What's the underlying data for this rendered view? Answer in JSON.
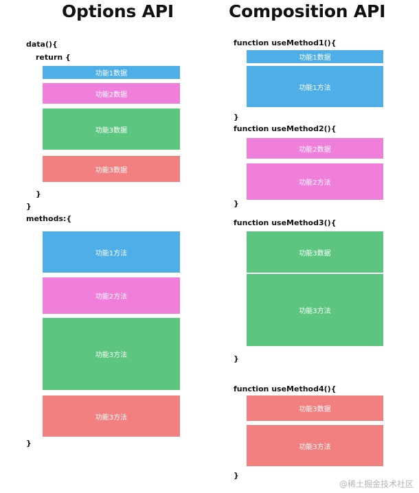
{
  "colors": {
    "blue": "#4eaee8",
    "pink": "#f07fdc",
    "green": "#5cc680",
    "red": "#f28080"
  },
  "left": {
    "title": "Options API",
    "data_open": "data(){",
    "return_open": "return {",
    "inner_close": "}",
    "data_close": "}",
    "methods_open": "methods:{",
    "methods_close": "}",
    "data_blocks": [
      "功能1数据",
      "功能2数据",
      "功能3数据",
      "功能3数据"
    ],
    "method_blocks": [
      "功能1方法",
      "功能2方法",
      "功能3方法",
      "功能3方法"
    ]
  },
  "right": {
    "title": "Composition API",
    "groups": [
      {
        "header": "function useMethod1(){",
        "close": "}",
        "blocks": [
          "功能1数据",
          "功能1方法"
        ]
      },
      {
        "header": "function useMethod2(){",
        "close": "}",
        "blocks": [
          "功能2数据",
          "功能2方法"
        ]
      },
      {
        "header": "function useMethod3(){",
        "close": "}",
        "blocks": [
          "功能3数据",
          "功能3方法"
        ]
      },
      {
        "header": "function useMethod4(){",
        "close": "}",
        "blocks": [
          "功能3数据",
          "功能3方法"
        ]
      }
    ]
  },
  "watermark": "@稀土掘金技术社区"
}
